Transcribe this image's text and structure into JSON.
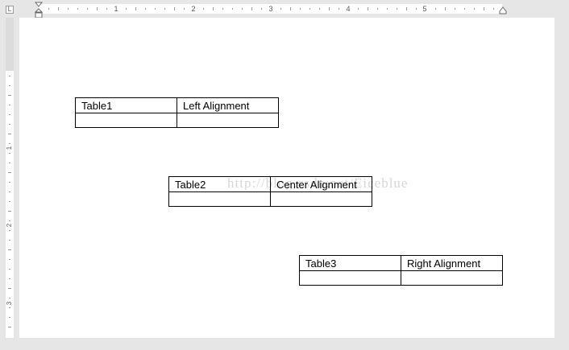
{
  "ruler": {
    "corner": "L",
    "horizontal_numbers": [
      "1",
      "2",
      "3",
      "4",
      "5"
    ],
    "vertical_numbers": [
      "1",
      "2",
      "3"
    ]
  },
  "watermark": "http://blog.csdn.net/Eiceblue",
  "tables": [
    {
      "header": [
        "Table1",
        "Left Alignment"
      ],
      "empty_row": [
        "",
        ""
      ]
    },
    {
      "header": [
        "Table2",
        "Center Alignment"
      ],
      "empty_row": [
        "",
        ""
      ]
    },
    {
      "header": [
        "Table3",
        "Right Alignment"
      ],
      "empty_row": [
        "",
        ""
      ]
    }
  ]
}
